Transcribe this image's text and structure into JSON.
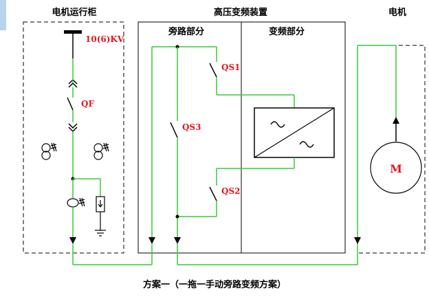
{
  "diagram": {
    "title_cabinet": "电机运行柜",
    "title_vfd": "高压变频装置",
    "title_motor": "电机",
    "section_bypass": "旁路部分",
    "section_inverter": "变频部分",
    "bus_voltage": "10(6)KV",
    "breaker": "QF",
    "switch_qs1": "QS1",
    "switch_qs2": "QS2",
    "switch_qs3": "QS3",
    "motor_letter": "M",
    "caption": "方案一（一拖一手动旁路变频方案）",
    "colors": {
      "wire": "#33cc33",
      "text_red": "#e0161b",
      "accent_bar": "#b9d3ec",
      "line": "#000000"
    }
  }
}
